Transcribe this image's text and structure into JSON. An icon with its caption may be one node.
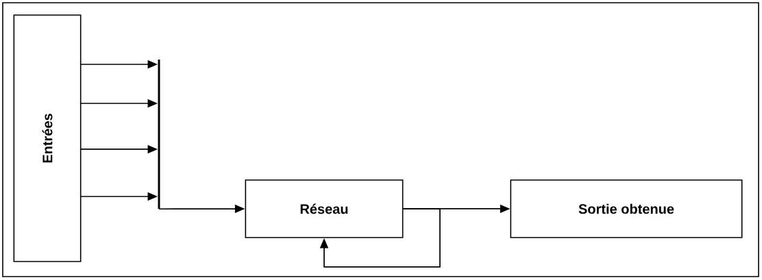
{
  "diagram": {
    "nodes": [
      {
        "text": [
          "Entrées"
        ]
      },
      {
        "text": [],
        "shape": "bar"
      },
      {
        "text": [
          "Réseau"
        ]
      },
      {
        "text": [
          "Sortie obtenue"
        ]
      }
    ],
    "edges": [
      {
        "from": 0,
        "to": 1,
        "arrow": "to"
      },
      {
        "from": 0,
        "to": 1,
        "arrow": "to"
      },
      {
        "from": 0,
        "to": 1,
        "arrow": "to"
      },
      {
        "from": 0,
        "to": 1,
        "arrow": "to"
      },
      {
        "from": 1,
        "to": 2,
        "arrow": "to"
      },
      {
        "from": 2,
        "to": 3,
        "arrow": "to"
      },
      {
        "from": 2,
        "to": 2,
        "arrow": "to"
      }
    ]
  }
}
